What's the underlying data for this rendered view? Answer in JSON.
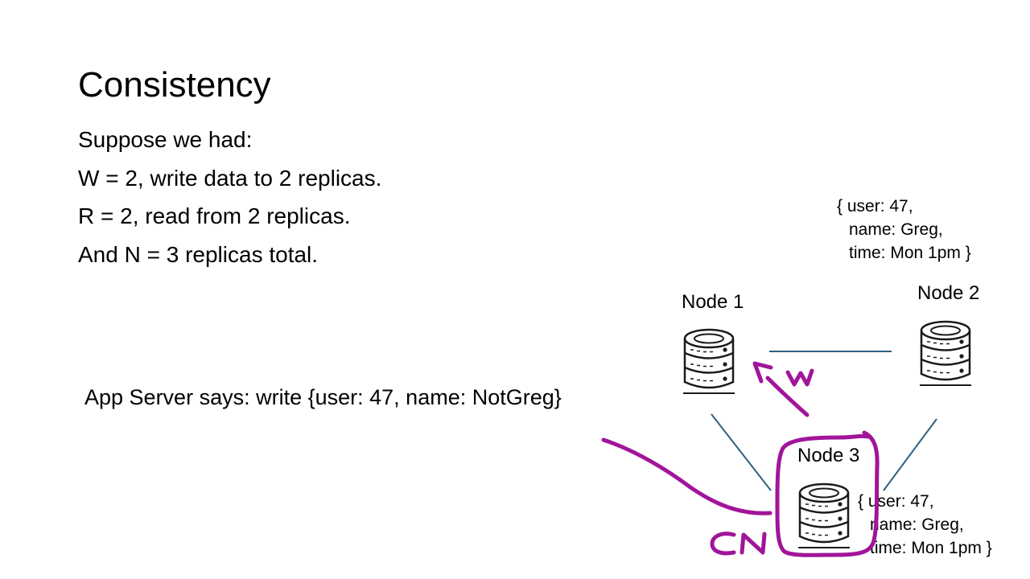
{
  "slide": {
    "title": "Consistency",
    "bullets": [
      "Suppose we had:",
      "W = 2, write data to 2 replicas.",
      "R = 2,  read from 2 replicas.",
      "And N = 3 replicas total."
    ],
    "app_server_text": "App Server says: write {user: 47, name: NotGreg}"
  },
  "nodes": {
    "node1": {
      "label": "Node 1"
    },
    "node2": {
      "label": "Node 2",
      "record": [
        "{ user: 47,",
        "name: Greg,",
        "time: Mon 1pm }"
      ]
    },
    "node3": {
      "label": "Node 3",
      "record": [
        "{ user: 47,",
        "name: Greg,",
        "time: Mon 1pm }"
      ]
    }
  },
  "annotations": {
    "write_letter": "W",
    "coordinator_letters": "CN",
    "ink_color": "#a0159a",
    "link_color": "#2e6080"
  },
  "icons": {
    "database": "database-server-icon"
  }
}
